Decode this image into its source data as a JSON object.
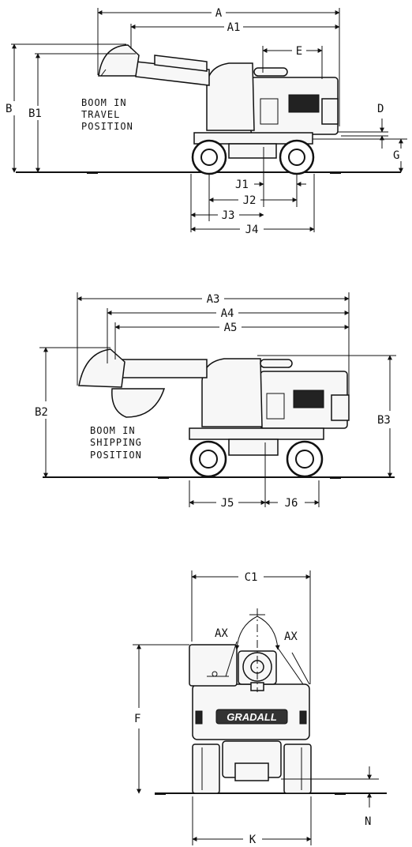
{
  "diagram": {
    "view1": {
      "note": [
        "BOOM IN",
        "TRAVEL",
        "POSITION"
      ],
      "labels": {
        "A": "A",
        "A1": "A1",
        "E": "E",
        "B": "B",
        "B1": "B1",
        "D": "D",
        "G": "G",
        "J1": "J1",
        "J2": "J2",
        "J3": "J3",
        "J4": "J4"
      }
    },
    "view2": {
      "note": [
        "BOOM IN",
        "SHIPPING",
        "POSITION"
      ],
      "labels": {
        "A3": "A3",
        "A4": "A4",
        "A5": "A5",
        "B2": "B2",
        "B3": "B3",
        "J5": "J5",
        "J6": "J6"
      }
    },
    "view3": {
      "brand": "GRADALL",
      "labels": {
        "C1": "C1",
        "AX_left": "AX",
        "AX_right": "AX",
        "F": "F",
        "K": "K",
        "N": "N"
      }
    }
  }
}
